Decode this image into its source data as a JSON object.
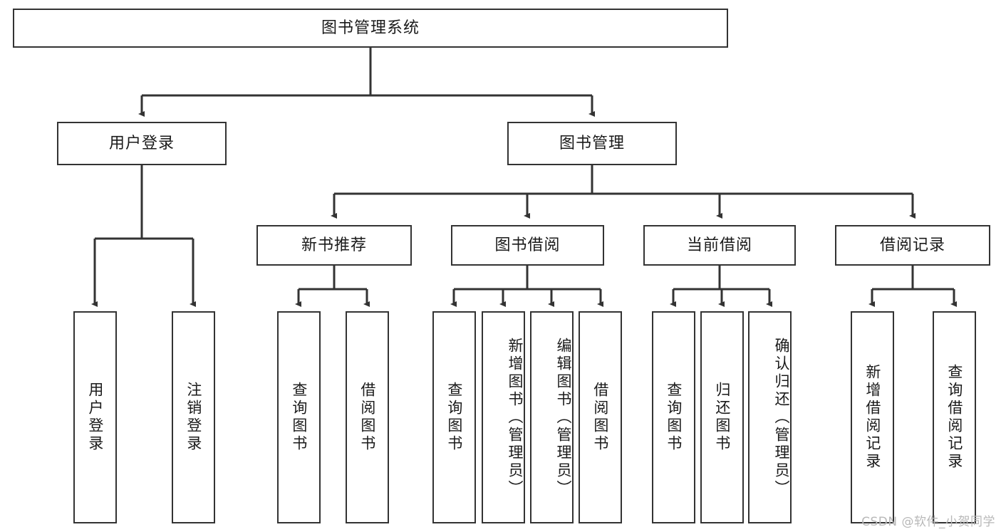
{
  "diagram": {
    "title": "图书管理系统",
    "type": "tree-hierarchy",
    "background_color": "#ffffff",
    "box_border_color": "#333333",
    "text_color": "#1a1a1a",
    "watermark": "CSDN @软件_小贺同学",
    "watermark_color": "#b8b8b8"
  },
  "nodes": {
    "root": {
      "label": "图书管理系统",
      "orientation": "horizontal"
    },
    "level1": [
      {
        "id": "user-login",
        "label": "用户登录",
        "orientation": "horizontal"
      },
      {
        "id": "book-manage",
        "label": "图书管理",
        "orientation": "horizontal"
      }
    ],
    "level2": [
      {
        "id": "new-book-recommend",
        "label": "新书推荐",
        "orientation": "horizontal"
      },
      {
        "id": "book-borrow",
        "label": "图书借阅",
        "orientation": "horizontal"
      },
      {
        "id": "current-borrow",
        "label": "当前借阅",
        "orientation": "horizontal"
      },
      {
        "id": "borrow-record",
        "label": "借阅记录",
        "orientation": "horizontal"
      }
    ],
    "leaves": {
      "user-login": [
        {
          "id": "leaf-user-login",
          "label": "用户登录",
          "orientation": "vertical"
        },
        {
          "id": "leaf-logout-login",
          "label": "注销登录",
          "orientation": "vertical"
        }
      ],
      "new-book-recommend": [
        {
          "id": "leaf-query-book-1",
          "label": "查询图书",
          "orientation": "vertical"
        },
        {
          "id": "leaf-borrow-book-1",
          "label": "借阅图书",
          "orientation": "vertical"
        }
      ],
      "book-borrow": [
        {
          "id": "leaf-query-book-2",
          "label": "查询图书",
          "orientation": "vertical"
        },
        {
          "id": "leaf-add-book",
          "label": "新增图书（管理员）",
          "orientation": "vertical"
        },
        {
          "id": "leaf-edit-book",
          "label": "编辑图书（管理员）",
          "orientation": "vertical"
        },
        {
          "id": "leaf-borrow-book-2",
          "label": "借阅图书",
          "orientation": "vertical"
        }
      ],
      "current-borrow": [
        {
          "id": "leaf-query-book-3",
          "label": "查询图书",
          "orientation": "vertical"
        },
        {
          "id": "leaf-return-book",
          "label": "归还图书",
          "orientation": "vertical"
        },
        {
          "id": "leaf-confirm-return",
          "label": "确认归还（管理员）",
          "orientation": "vertical"
        }
      ],
      "borrow-record": [
        {
          "id": "leaf-add-record",
          "label": "新增借阅记录",
          "orientation": "vertical"
        },
        {
          "id": "leaf-query-record",
          "label": "查询借阅记录",
          "orientation": "vertical"
        }
      ]
    }
  }
}
